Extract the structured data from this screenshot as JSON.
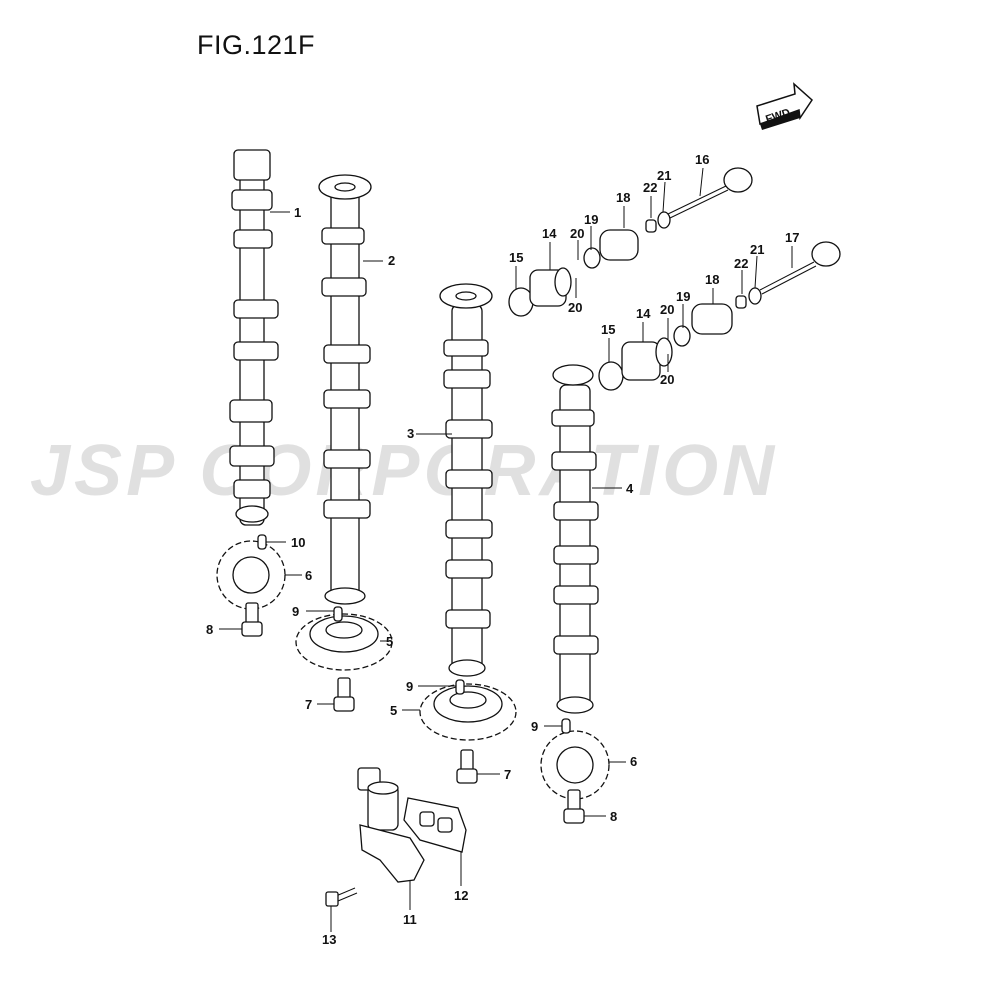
{
  "figure": {
    "title": "FIG.121F"
  },
  "direction_badge": {
    "label": "FWD"
  },
  "watermark": {
    "text": "JSP CORPORATION"
  },
  "callouts": [
    "1",
    "2",
    "3",
    "4",
    "5",
    "5",
    "6",
    "6",
    "7",
    "7",
    "8",
    "8",
    "9",
    "9",
    "9",
    "10",
    "11",
    "12",
    "13",
    "14",
    "14",
    "15",
    "15",
    "16",
    "17",
    "18",
    "18",
    "19",
    "19",
    "20",
    "20",
    "20",
    "20",
    "21",
    "21",
    "22",
    "22"
  ]
}
